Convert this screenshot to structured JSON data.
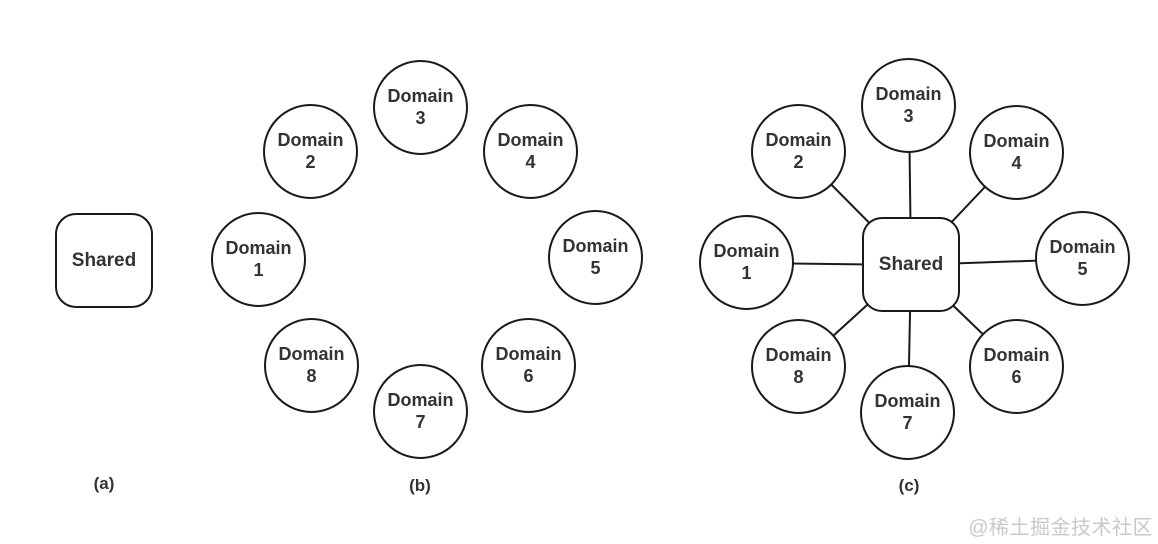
{
  "colors": {
    "background": "#ffffff",
    "node_border": "#1a1a1a",
    "node_text": "#333333",
    "line": "#1a1a1a",
    "watermark": "#c9c9c9"
  },
  "watermark": {
    "text": "@稀土掘金技术社区"
  },
  "panel_a": {
    "caption": "(a)",
    "shared": {
      "label": "Shared"
    }
  },
  "panel_b": {
    "caption": "(b)",
    "nodes": [
      {
        "word": "Domain",
        "num": "1"
      },
      {
        "word": "Domain",
        "num": "2"
      },
      {
        "word": "Domain",
        "num": "3"
      },
      {
        "word": "Domain",
        "num": "4"
      },
      {
        "word": "Domain",
        "num": "5"
      },
      {
        "word": "Domain",
        "num": "6"
      },
      {
        "word": "Domain",
        "num": "7"
      },
      {
        "word": "Domain",
        "num": "8"
      }
    ]
  },
  "panel_c": {
    "caption": "(c)",
    "shared": {
      "label": "Shared"
    },
    "nodes": [
      {
        "word": "Domain",
        "num": "1"
      },
      {
        "word": "Domain",
        "num": "2"
      },
      {
        "word": "Domain",
        "num": "3"
      },
      {
        "word": "Domain",
        "num": "4"
      },
      {
        "word": "Domain",
        "num": "5"
      },
      {
        "word": "Domain",
        "num": "6"
      },
      {
        "word": "Domain",
        "num": "7"
      },
      {
        "word": "Domain",
        "num": "8"
      }
    ],
    "connections": [
      "Shared-Domain 1",
      "Shared-Domain 2",
      "Shared-Domain 3",
      "Shared-Domain 4",
      "Shared-Domain 5",
      "Shared-Domain 6",
      "Shared-Domain 7",
      "Shared-Domain 8"
    ]
  }
}
